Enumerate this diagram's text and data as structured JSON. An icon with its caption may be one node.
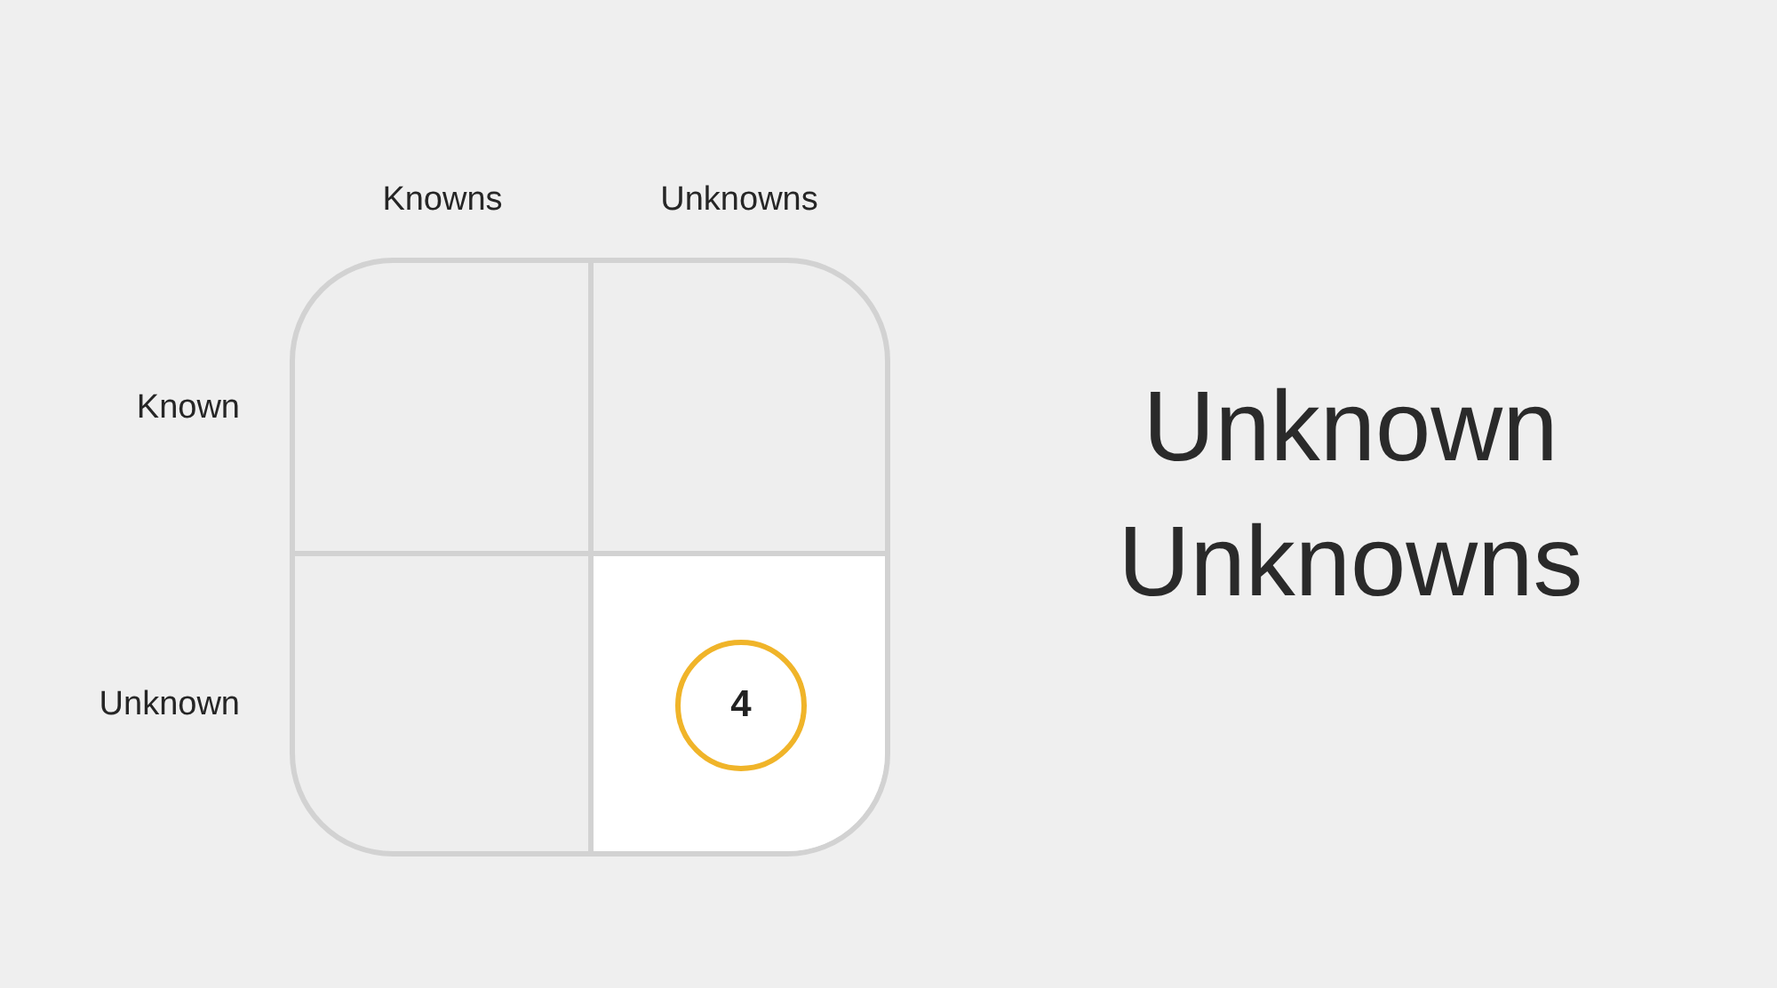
{
  "diagram": {
    "title": "Unknown Unknowns",
    "nodes": [
      {
        "text": [
          "4"
        ]
      }
    ],
    "labels": [
      "Knowns",
      "Unknowns",
      "Known",
      "Unknown"
    ]
  }
}
